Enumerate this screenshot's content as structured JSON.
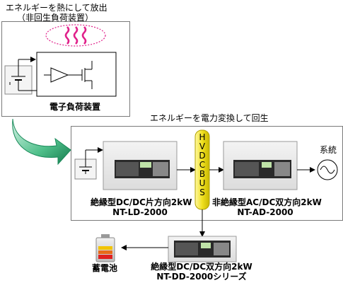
{
  "top": {
    "title_line1": "エネルギーを熱にして放出",
    "title_line2": "（非回生負荷装置）",
    "device_label": "電子負荷装置"
  },
  "middle": {
    "title": "エネルギーを電力変換して回生",
    "bus_label": "HVDC BUS",
    "left_device_line1": "絶縁型DC/DC片方向2kW",
    "left_device_line2": "NT-LD-2000",
    "right_device_line1": "非絶縁型AC/DC双方向2kW",
    "right_device_line2": "NT-AD-2000",
    "grid_label": "系統"
  },
  "bottom": {
    "battery_label": "蓄電池",
    "device_line1": "絶縁型DC/DC双方向2kW",
    "device_line2": "NT-DD-2000シリーズ"
  },
  "colors": {
    "border": "#7a7a7a",
    "heat_wave": "#e0208a",
    "heat_oval": "#e0208a",
    "bus_yellow": "#f0e020",
    "arrow_green_light": "#b8e8d0",
    "arrow_green_dark": "#1a8a5a"
  },
  "icons": {
    "heat": "heat-waves-icon",
    "battery": "battery-icon",
    "ac_source": "ac-sine-icon"
  }
}
